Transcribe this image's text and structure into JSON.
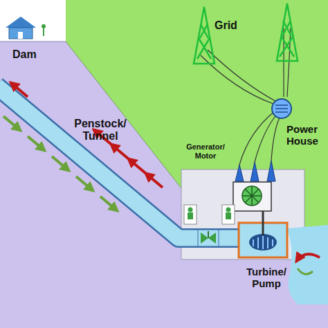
{
  "diagram": {
    "labels": [
      "Dam",
      "Grid",
      "Penstock/ Tunnel",
      "Generator/ Motor",
      "Power House",
      "Turbine/ Pump"
    ]
  }
}
